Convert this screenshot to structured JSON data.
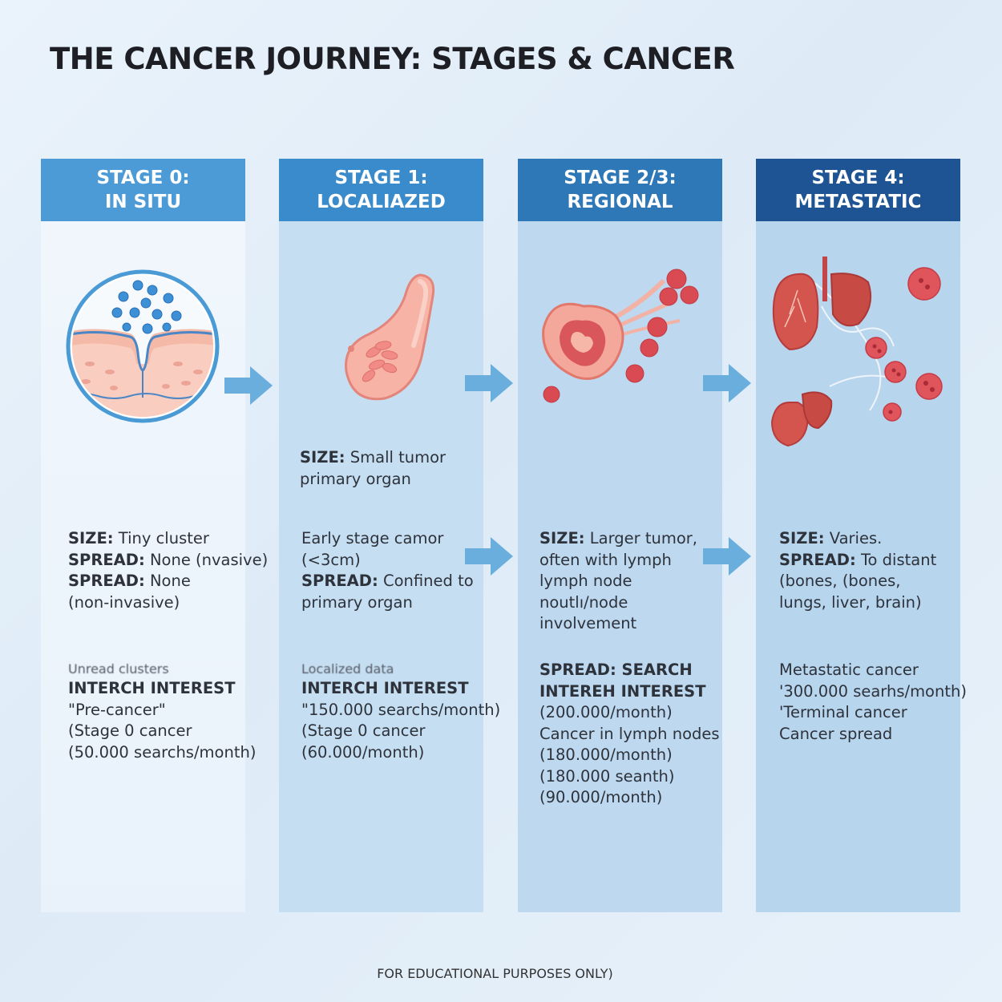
{
  "title": "THE CANCER JOURNEY: STAGES & CANCER",
  "footer": "FOR EDUCATIONAL PURPOSES ONLY)",
  "stages": [
    {
      "heading": [
        "STAGE 0:",
        "IN SITU"
      ],
      "block1": [
        {
          "label": "SIZE:",
          "text": " Tiny cluster"
        },
        {
          "label": "SPREAD:",
          "text": " None (nvasive)"
        },
        {
          "label": "SPREAD:",
          "text": " None"
        },
        {
          "label": "",
          "text": "(non-invasive)"
        }
      ],
      "block2_blurred": "Unread clusters",
      "block2": [
        {
          "label": "INTERCH INTEREST",
          "text": ""
        },
        {
          "label": "",
          "text": "\"Pre-cancer\""
        },
        {
          "label": "",
          "text": "(Stage 0 cancer"
        },
        {
          "label": "",
          "text": "(50.000 searchs/month)"
        }
      ]
    },
    {
      "heading": [
        "STAGE 1:",
        "LOCALIAZED"
      ],
      "block0": [
        {
          "label": "SIZE:",
          "text": " Small tumor"
        },
        {
          "label": "",
          "text": "primary organ"
        }
      ],
      "block1": [
        {
          "label": "",
          "text": "Early stage camor"
        },
        {
          "label": "",
          "text": "(<3cm)"
        },
        {
          "label": "SPREAD:",
          "text": " Confined to"
        },
        {
          "label": "",
          "text": "primary organ"
        }
      ],
      "block2_blurred": "Localized data",
      "block2": [
        {
          "label": "INTERCH INTEREST",
          "text": ""
        },
        {
          "label": "",
          "text": "\"150.000 searchs/month)"
        },
        {
          "label": "",
          "text": "(Stage 0 cancer"
        },
        {
          "label": "",
          "text": "(60.000/month)"
        }
      ]
    },
    {
      "heading": [
        "STAGE 2/3:",
        "REGIONAL"
      ],
      "block1": [
        {
          "label": "SIZE:",
          "text": " Larger tumor,"
        },
        {
          "label": "",
          "text": "often with lymph"
        },
        {
          "label": "",
          "text": "lymph node"
        },
        {
          "label": "",
          "text": "noutlı/node"
        },
        {
          "label": "",
          "text": "involvement"
        }
      ],
      "block2": [
        {
          "label": "SPREAD: SEARCH",
          "text": ""
        },
        {
          "label": "INTEREH INTEREST",
          "text": ""
        },
        {
          "label": "",
          "text": "(200.000/month)"
        },
        {
          "label": "",
          "text": "Cancer in lymph nodes"
        },
        {
          "label": "",
          "text": "(180.000/month)"
        },
        {
          "label": "",
          "text": "(180.000 seanth)"
        },
        {
          "label": "",
          "text": "(90.000/month)"
        }
      ]
    },
    {
      "heading": [
        "STAGE 4:",
        "METASTATIC"
      ],
      "block1": [
        {
          "label": "SIZE:",
          "text": " Varies."
        },
        {
          "label": "SPREAD:",
          "text": " To distant"
        },
        {
          "label": "",
          "text": "(bones, (bones,"
        },
        {
          "label": "",
          "text": "lungs, liver, brain)"
        }
      ],
      "block2": [
        {
          "label": "",
          "text": "Metastatic cancer"
        },
        {
          "label": "",
          "text": "'300.000 searhs/month)"
        },
        {
          "label": "",
          "text": "'Terminal cancer"
        },
        {
          "label": "",
          "text": "Cancer spread"
        }
      ]
    }
  ],
  "colors": {
    "stage0": "#4d9bd6",
    "stage1": "#3a8bcb",
    "stage2": "#2f78b8",
    "stage3": "#1e5394",
    "arrow": "#6aaede"
  }
}
